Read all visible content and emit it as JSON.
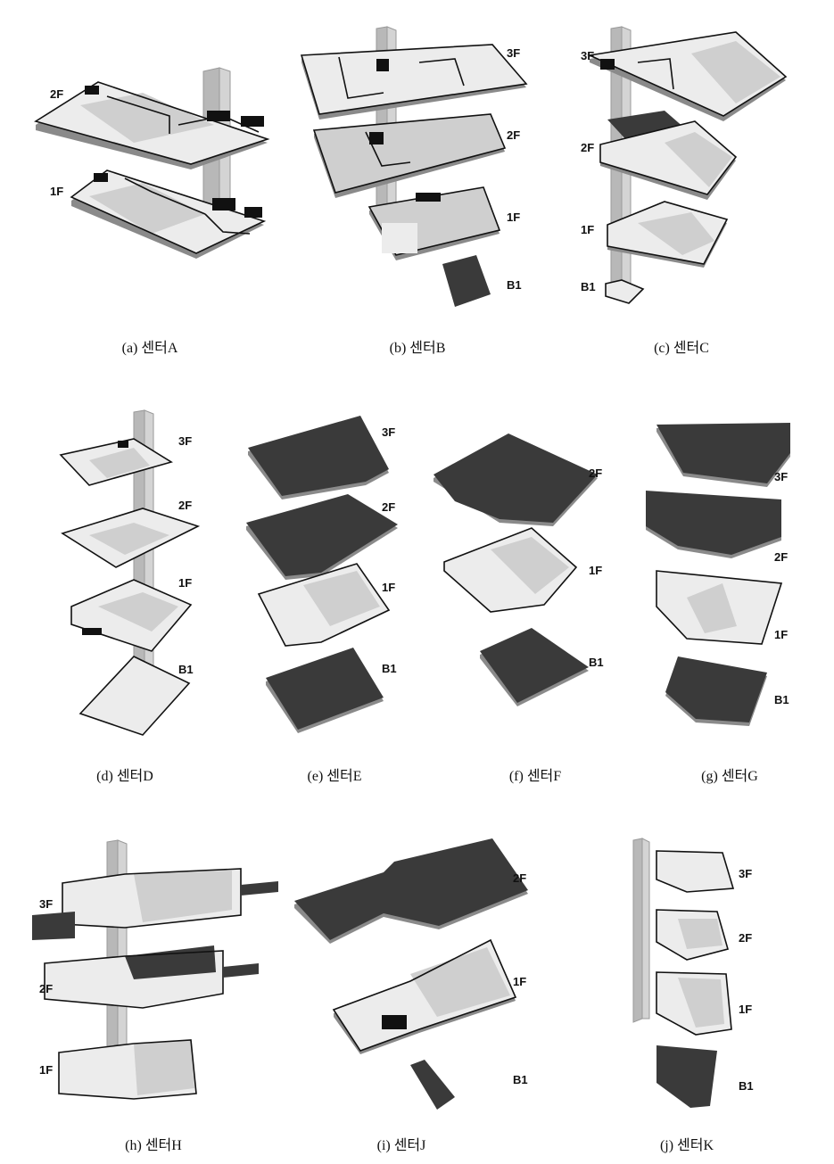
{
  "panels": [
    {
      "id": "a",
      "caption": "(a)  센터A",
      "floors": [
        "2F",
        "1F"
      ]
    },
    {
      "id": "b",
      "caption": "(b)  센터B",
      "floors": [
        "3F",
        "2F",
        "1F",
        "B1"
      ]
    },
    {
      "id": "c",
      "caption": "(c)  센터C",
      "floors": [
        "3F",
        "2F",
        "1F",
        "B1"
      ]
    },
    {
      "id": "d",
      "caption": "(d)  센터D",
      "floors": [
        "3F",
        "2F",
        "1F",
        "B1"
      ]
    },
    {
      "id": "e",
      "caption": "(e)  센터E",
      "floors": [
        "3F",
        "2F",
        "1F",
        "B1"
      ]
    },
    {
      "id": "f",
      "caption": "(f)  센터F",
      "floors": [
        "2F",
        "1F",
        "B1"
      ]
    },
    {
      "id": "g",
      "caption": "(g)  센터G",
      "floors": [
        "3F",
        "2F",
        "1F",
        "B1"
      ]
    },
    {
      "id": "h",
      "caption": "(h)  센터H",
      "floors": [
        "3F",
        "2F",
        "1F"
      ]
    },
    {
      "id": "i",
      "caption": "(i)  센터J",
      "floors": [
        "2F",
        "1F",
        "B1"
      ]
    },
    {
      "id": "j",
      "caption": "(j)  센터K",
      "floors": [
        "3F",
        "2F",
        "1F",
        "B1"
      ]
    }
  ]
}
